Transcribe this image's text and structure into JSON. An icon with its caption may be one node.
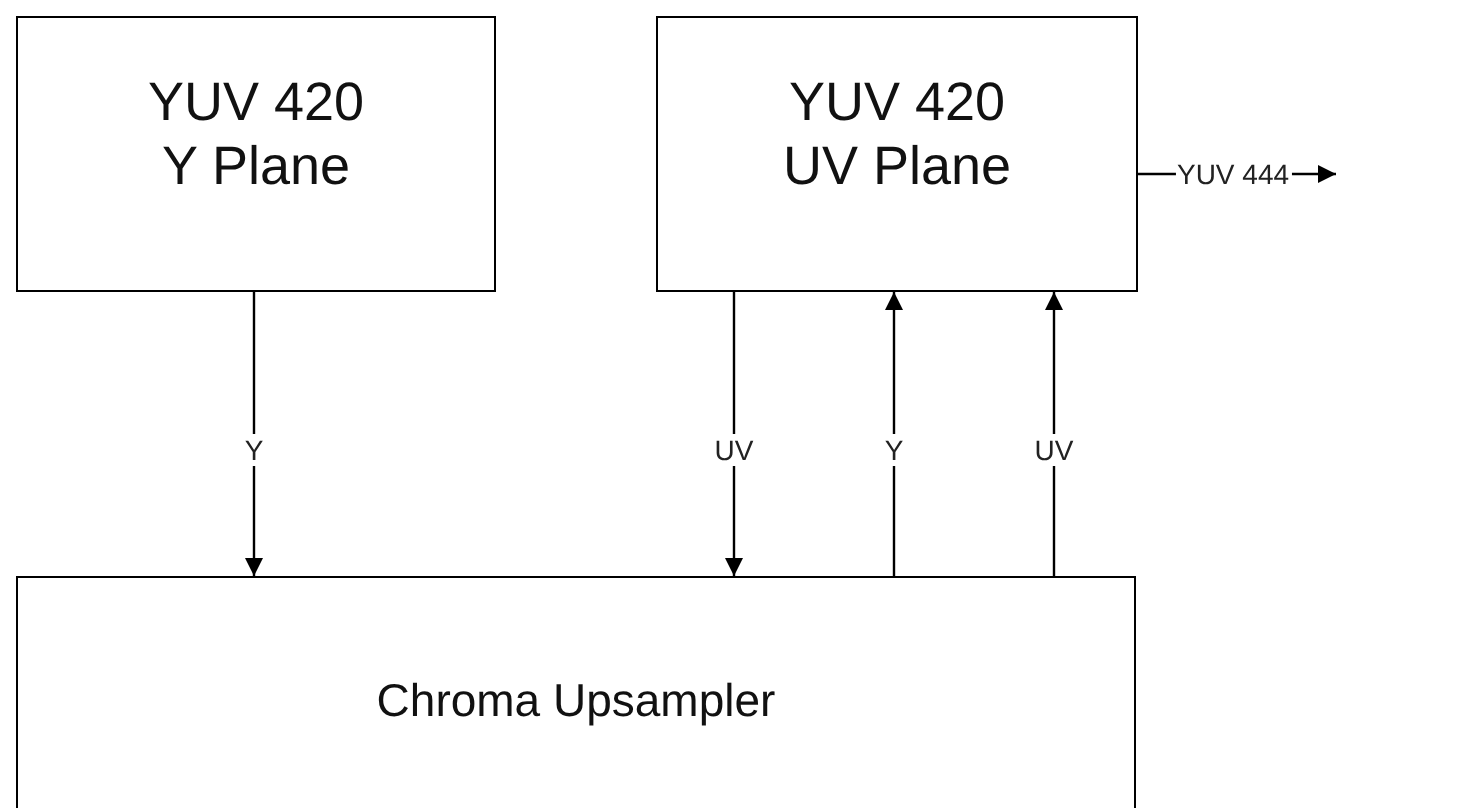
{
  "diagram": {
    "nodes": [
      {
        "text": [
          "YUV 420 Y Plane"
        ]
      },
      {
        "text": [
          "YUV 420 UV Plane"
        ]
      },
      {
        "text": [
          "Chroma Upsampler"
        ]
      }
    ],
    "edges": [
      {
        "from": 0,
        "to": 2,
        "arrow": "to",
        "label": "Y"
      },
      {
        "from": 1,
        "to": 2,
        "arrow": "to",
        "label": "UV"
      },
      {
        "from": 2,
        "to": 1,
        "arrow": "to",
        "label": "Y"
      },
      {
        "from": 2,
        "to": 1,
        "arrow": "to",
        "label": "UV"
      },
      {
        "from": 1,
        "to": null,
        "arrow": "to",
        "label": "YUV 444"
      }
    ]
  }
}
